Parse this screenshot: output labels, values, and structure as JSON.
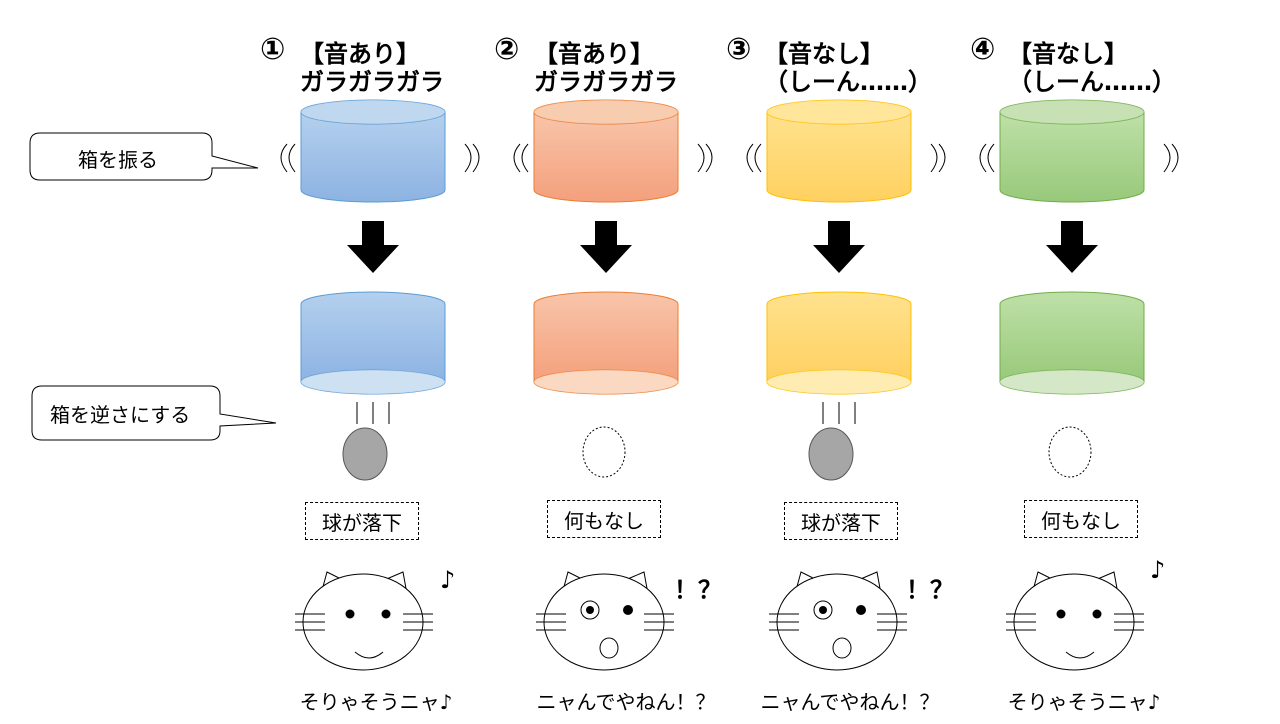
{
  "callouts": {
    "shake": "箱を振る",
    "invert": "箱を逆さにする"
  },
  "colors": {
    "blue": "#9dc3e6",
    "orange": "#f4b183",
    "yellow": "#ffd966",
    "green": "#a9d18e"
  },
  "columns": [
    {
      "number": "①",
      "sound_label": "【音あり】",
      "sound_text": "ガラガラガラ",
      "result": "球が落下",
      "reaction_mark": "♪",
      "caption": "そりゃそうニャ♪",
      "ball_falls": true,
      "color_key": "blue"
    },
    {
      "number": "②",
      "sound_label": "【音あり】",
      "sound_text": "ガラガラガラ",
      "result": "何もなし",
      "reaction_mark": "！？",
      "caption": "ニャんでやねん！？",
      "ball_falls": false,
      "color_key": "orange"
    },
    {
      "number": "③",
      "sound_label": "【音なし】",
      "sound_text": "（しーん……）",
      "result": "球が落下",
      "reaction_mark": "！？",
      "caption": "ニャんでやねん！？",
      "ball_falls": true,
      "color_key": "yellow"
    },
    {
      "number": "④",
      "sound_label": "【音なし】",
      "sound_text": "（しーん……）",
      "result": "何もなし",
      "reaction_mark": "♪",
      "caption": "そりゃそうニャ♪",
      "ball_falls": false,
      "color_key": "green"
    }
  ]
}
